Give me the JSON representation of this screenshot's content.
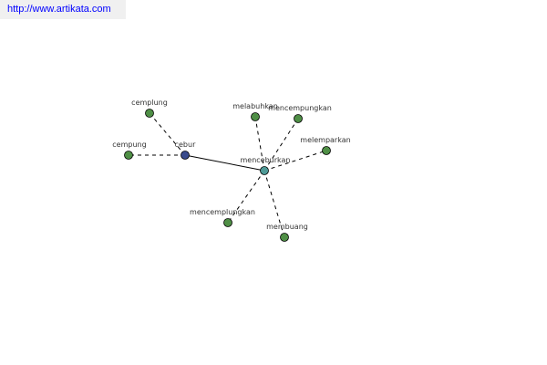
{
  "banner": {
    "url_text": "http://www.artikata.com"
  },
  "colors": {
    "leaf_node": "#4f8f46",
    "root_node": "#3a4b8c",
    "hub_node": "#4f9a97",
    "edge": "#000000",
    "banner_text": "#0000ff",
    "banner_bg": "#f0f0f0"
  },
  "graph": {
    "nodes": [
      {
        "id": "cebur",
        "label": "cebur",
        "kind": "root"
      },
      {
        "id": "menceburkan",
        "label": "menceburkan",
        "kind": "hub"
      },
      {
        "id": "cemplung",
        "label": "cemplung",
        "kind": "leaf"
      },
      {
        "id": "cempung",
        "label": "cempung",
        "kind": "leaf"
      },
      {
        "id": "melabuhkan",
        "label": "melabuhkan",
        "kind": "leaf"
      },
      {
        "id": "mencempungkan",
        "label": "mencempungkan",
        "kind": "leaf"
      },
      {
        "id": "melemparkan",
        "label": "melemparkan",
        "kind": "leaf"
      },
      {
        "id": "mencemplungkan",
        "label": "mencemplungkan",
        "kind": "leaf"
      },
      {
        "id": "membuang",
        "label": "membuang",
        "kind": "leaf"
      }
    ],
    "edges": [
      {
        "from": "cebur",
        "to": "menceburkan",
        "style": "solid"
      },
      {
        "from": "cebur",
        "to": "cemplung",
        "style": "dashed"
      },
      {
        "from": "cebur",
        "to": "cempung",
        "style": "dashed"
      },
      {
        "from": "menceburkan",
        "to": "melabuhkan",
        "style": "dashed"
      },
      {
        "from": "menceburkan",
        "to": "mencempungkan",
        "style": "dashed"
      },
      {
        "from": "menceburkan",
        "to": "melemparkan",
        "style": "dashed"
      },
      {
        "from": "menceburkan",
        "to": "mencemplungkan",
        "style": "dashed"
      },
      {
        "from": "menceburkan",
        "to": "membuang",
        "style": "dashed"
      }
    ]
  }
}
